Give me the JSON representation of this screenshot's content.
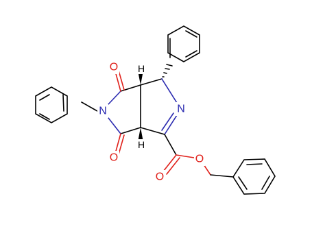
{
  "molecule": {
    "atoms": {
      "n_imide": "N",
      "n_imine": "N",
      "o_imide_top": "O",
      "o_imide_bottom": "O",
      "o_ester_carbonyl": "O",
      "o_ester_ether": "O",
      "h_top": "H",
      "h_bottom": "H"
    },
    "colors": {
      "carbon": "#000000",
      "nitrogen": "#2a2ab0",
      "oxygen": "#e0201a"
    }
  }
}
